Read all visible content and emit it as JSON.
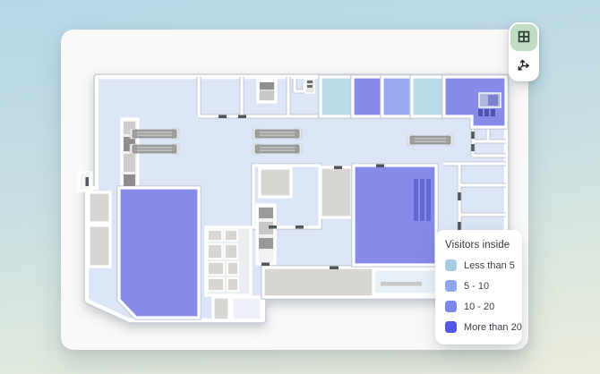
{
  "view": {
    "background_top": "#b5d7e9",
    "background_bottom": "#eaecdd",
    "map_card_bg": "#faf9f7"
  },
  "toolbar": {
    "buttons": [
      {
        "name": "floorplan-view",
        "icon": "grid-icon",
        "active": true,
        "active_bg": "#c0ddc4"
      },
      {
        "name": "pan-3d",
        "icon": "axes-icon",
        "active": false
      }
    ]
  },
  "legend": {
    "title": "Visitors inside",
    "items": [
      {
        "label": "Less than 5",
        "color": "#a6cce4"
      },
      {
        "label": "5 - 10",
        "color": "#8ea6ee"
      },
      {
        "label": "10 - 20",
        "color": "#7c86e9"
      },
      {
        "label": "More than 20",
        "color": "#5357e7"
      }
    ]
  },
  "floorplan": {
    "room_colors": {
      "less_than_5": "#b9dbea",
      "from_5_to_10": "#97a9f0",
      "from_10_to_20": "#868bea",
      "more_than_20": "#5357e7"
    },
    "surface_colors": {
      "floor": "#dbe5f6",
      "service_room": "#d7d6d3",
      "wall": "#ffffff"
    },
    "rooms": [
      {
        "name": "top-room-1",
        "occupancy": "Less than 5"
      },
      {
        "name": "top-room-2",
        "occupancy": "10 - 20"
      },
      {
        "name": "top-room-3",
        "occupancy": "5 - 10"
      },
      {
        "name": "top-room-4",
        "occupancy": "Less than 5"
      },
      {
        "name": "top-right-room",
        "occupancy": "10 - 20"
      },
      {
        "name": "center-room",
        "occupancy": "10 - 20"
      },
      {
        "name": "bottom-left-room",
        "occupancy": "10 - 20"
      }
    ]
  }
}
